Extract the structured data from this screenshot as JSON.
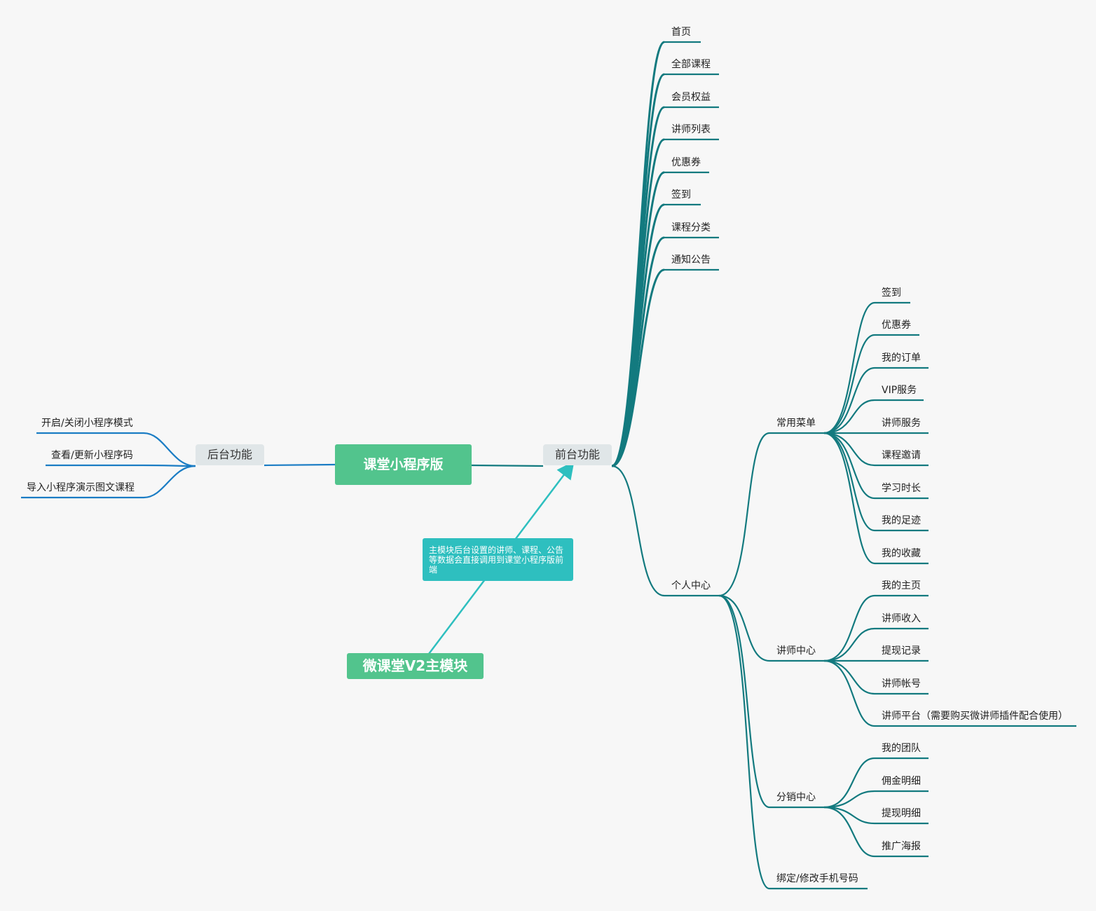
{
  "colors": {
    "background": "#f7f7f7",
    "frontend_branch": "#137a7f",
    "backend_branch": "#1a7cc4",
    "main_node": "#52c48d",
    "callout": "#2ebfbf",
    "gray_node": "#e0e6e8"
  },
  "central": "课堂小程序版",
  "secondary_root": "微课堂V2主模块",
  "callout": "主模块后台设置的讲师、课程、公告等数据会直接调用到课堂小程序版前端",
  "backend": {
    "label": "后台功能",
    "items": [
      "开启/关闭小程序模式",
      "查看/更新小程序码",
      "导入小程序演示图文课程"
    ]
  },
  "frontend": {
    "label": "前台功能",
    "items": [
      "首页",
      "全部课程",
      "会员权益",
      "讲师列表",
      "优惠券",
      "签到",
      "课程分类",
      "通知公告"
    ],
    "personal": {
      "label": "个人中心",
      "common": {
        "label": "常用菜单",
        "items": [
          "签到",
          "优惠券",
          "我的订单",
          "VIP服务",
          "讲师服务",
          "课程邀请",
          "学习时长",
          "我的足迹",
          "我的收藏"
        ]
      },
      "teacher": {
        "label": "讲师中心",
        "items": [
          "我的主页",
          "讲师收入",
          "提现记录",
          "讲师帐号",
          "讲师平台（需要购买微讲师插件配合使用）"
        ]
      },
      "distribution": {
        "label": "分销中心",
        "items": [
          "我的团队",
          "佣金明细",
          "提现明细",
          "推广海报"
        ]
      },
      "bind": "绑定/修改手机号码"
    }
  }
}
